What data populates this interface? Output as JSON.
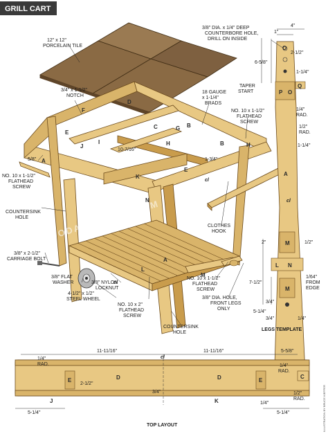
{
  "title": "GRILL CART",
  "callouts": {
    "tile": "12\" x 12\"",
    "tile2": "PORCELAIN TILE",
    "notch1": "3/4\" x 1-1/2\"",
    "notch2": "NOTCH",
    "brads1": "18 GAUGE",
    "brads2": "x 1-1/4\"",
    "brads3": "BRADS",
    "screw_top1": "NO. 10 x 1-1/2\"",
    "screw_top2": "FLATHEAD",
    "screw_top3": "SCREW",
    "screw_left1": "NO. 10 x 1-1/2\"",
    "screw_left2": "FLATHEAD",
    "screw_left3": "SCREW",
    "csink_left1": "COUNTERSINK",
    "csink_left2": "HOLE",
    "bolt1": "3/8\" x 2-1/2\"",
    "bolt2": "CARRIAGE BOLT",
    "washer1": "3/8\" FLAT",
    "washer2": "WASHER",
    "wheel1": "4-1/2\" x 1/2\"",
    "wheel2": "STEEL WHEEL",
    "locknut1": "3/8\" NYLON",
    "locknut2": "LOCKNUT",
    "screw_bot1": "NO. 10 x 2\"",
    "screw_bot2": "FLATHEAD",
    "screw_bot3": "SCREW",
    "csink_bot1": "COUNTERSINK",
    "csink_bot2": "HOLE",
    "screw_mid1": "NO. 10 x 1-1/2\"",
    "screw_mid2": "FLATHEAD",
    "screw_mid3": "SCREW",
    "hole_front1": "3/8\" DIA. HOLE,",
    "hole_front2": "FRONT LEGS",
    "hole_front3": "ONLY",
    "hook1": "CLOTHES",
    "hook2": "HOOK",
    "cbore1": "3/8\" DIA. x 1/4\" DEEP",
    "cbore2": "COUNTERBORE HOLE,",
    "cbore3": "DRILL ON INSIDE",
    "taper1": "TAPER",
    "taper2": "START",
    "edge1": "1/64\"",
    "edge2": "FROM",
    "edge3": "EDGE"
  },
  "dims": {
    "d_5_8": "5/8\"",
    "d_10_7_16": "10-7/16\"",
    "d_1_3_4": "1-3/4\"",
    "d_4": "4\"",
    "d_1": "1\"",
    "d_2_1_2": "2-1/2\"",
    "d_6_5_8": "6-5/8\"",
    "d_1_1_4": "1-1/4\"",
    "d_1_4_rad": "1/4\"",
    "d_rad": "RAD.",
    "d_1_2_rad": "1/2\"",
    "d_rad2": "RAD.",
    "d_1_1_4b": "1-1/4\"",
    "d_1_2": "1/2\"",
    "d_2": "2\"",
    "d_7_1_2": "7-1/2\"",
    "d_3_4": "3/4\"",
    "d_5_1_4": "5-1/4\"",
    "d_3_4b": "3/4\"",
    "d_1_4": "1/4\"",
    "t_1_4": "1/4\"",
    "t_rad": "RAD.",
    "t_11_a": "11-11/16\"",
    "t_11_b": "11-11/16\"",
    "t_5_5_8": "5-5/8\"",
    "t_2_1_2": "2-1/2\"",
    "t_1_4_rad": "1/4\"",
    "t_rad2": "RAD.",
    "t_1_2_rad": "1/2\"",
    "t_rad3": "RAD.",
    "t_3_4": "3/4\"",
    "t_5_1_4": "5-1/4\"",
    "t_1_4b": "1/4\"",
    "t_5_1_4b": "5-1/4\""
  },
  "parts": {
    "A": "A",
    "B": "B",
    "C": "C",
    "D": "D",
    "E": "E",
    "F": "F",
    "G": "G",
    "H": "H",
    "I": "I",
    "J": "J",
    "K": "K",
    "L": "L",
    "M": "M",
    "N": "N",
    "O": "O",
    "P": "P",
    "Q": "Q"
  },
  "centerline": "cl",
  "legs_template": "LEGS TEMPLATE",
  "top_layout": "TOP LAYOUT",
  "watermark": "WOODARCHIVIST.COM",
  "credit": "ILLUSTRATION BY BRUCE KIEFFER",
  "colors": {
    "wood_light": "#e8c883",
    "wood_mid": "#d9b46a",
    "wood_shadow": "#c99c4c",
    "tile": "#8a6a44",
    "title_bar": "#3a3a3a"
  }
}
